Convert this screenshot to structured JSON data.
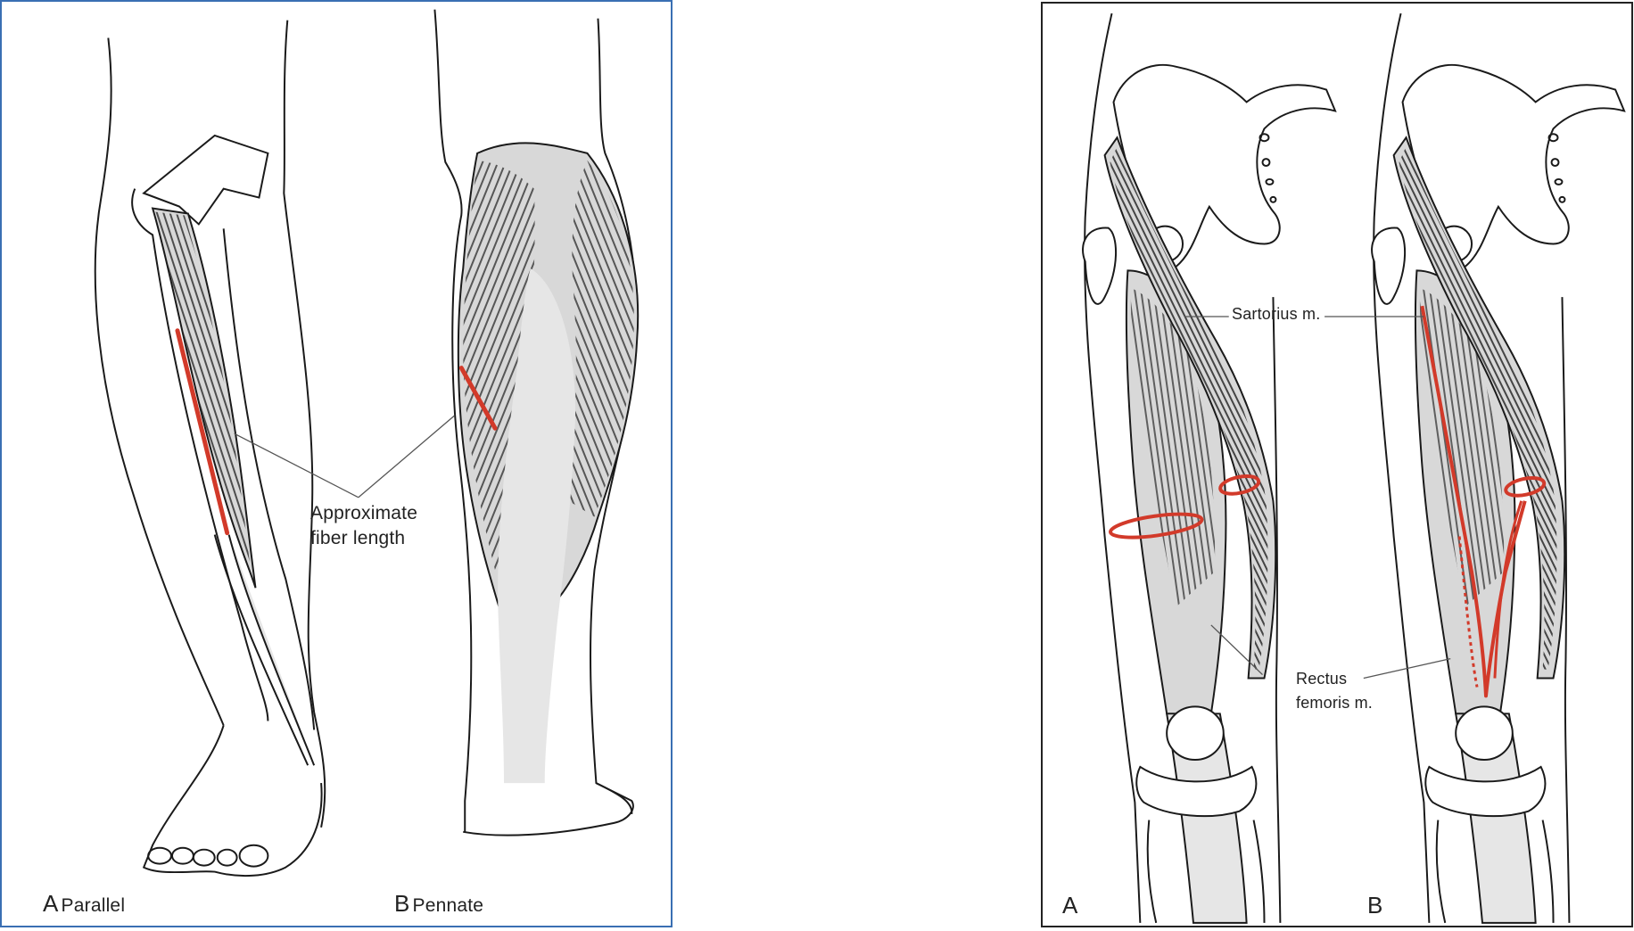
{
  "left_figure": {
    "annotation": {
      "line1": "Approximate",
      "line2": "fiber length"
    },
    "panel_a": {
      "letter": "A",
      "caption": "Parallel"
    },
    "panel_b": {
      "letter": "B",
      "caption": "Pennate"
    }
  },
  "right_figure": {
    "sartorius_label": "Sartorius m.",
    "rectus_label": {
      "line1": "Rectus",
      "line2": "femoris m."
    },
    "panel_a": {
      "letter": "A"
    },
    "panel_b": {
      "letter": "B"
    }
  },
  "colors": {
    "left_border": "#3a6fb3",
    "right_border": "#222222",
    "muscle_fill": "#d8d8d8",
    "tendon_fill": "#e6e6e6",
    "fiber_stroke": "#2a2a2a",
    "highlight": "#d23a2a",
    "outline": "#1a1a1a"
  }
}
